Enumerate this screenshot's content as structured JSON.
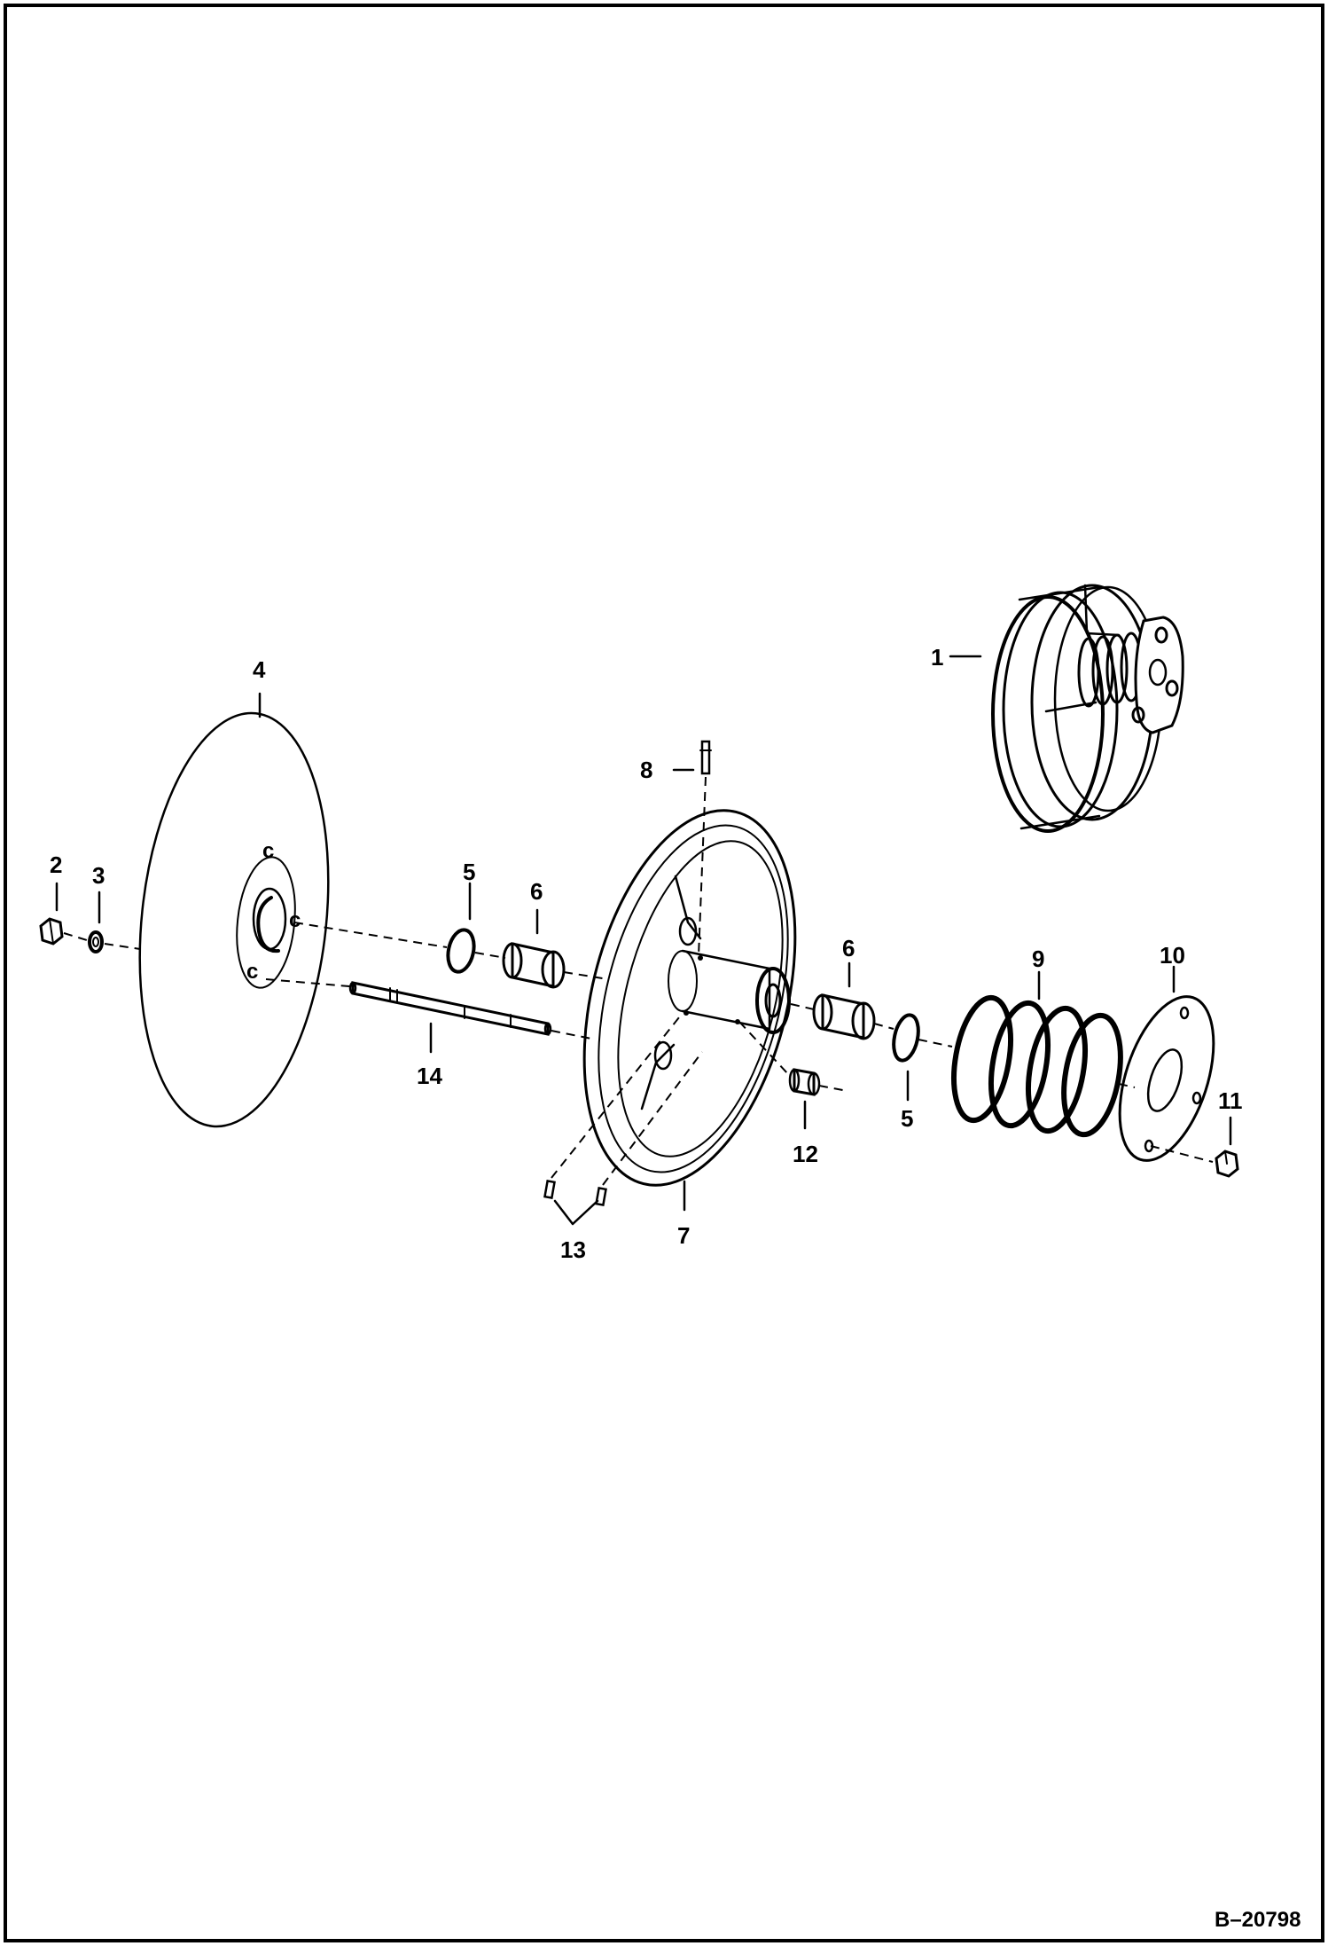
{
  "figure": {
    "reference_code": "B–20798"
  },
  "callouts": [
    {
      "id": "c1",
      "text": "1"
    },
    {
      "id": "c2",
      "text": "2"
    },
    {
      "id": "c3",
      "text": "3"
    },
    {
      "id": "c4",
      "text": "4"
    },
    {
      "id": "c5a",
      "text": "5"
    },
    {
      "id": "c5b",
      "text": "5"
    },
    {
      "id": "c6a",
      "text": "6"
    },
    {
      "id": "c6b",
      "text": "6"
    },
    {
      "id": "c7",
      "text": "7"
    },
    {
      "id": "c8",
      "text": "8"
    },
    {
      "id": "c9",
      "text": "9"
    },
    {
      "id": "c10",
      "text": "10"
    },
    {
      "id": "c11",
      "text": "11"
    },
    {
      "id": "c12",
      "text": "12"
    },
    {
      "id": "c13",
      "text": "13"
    },
    {
      "id": "c14",
      "text": "14"
    }
  ]
}
